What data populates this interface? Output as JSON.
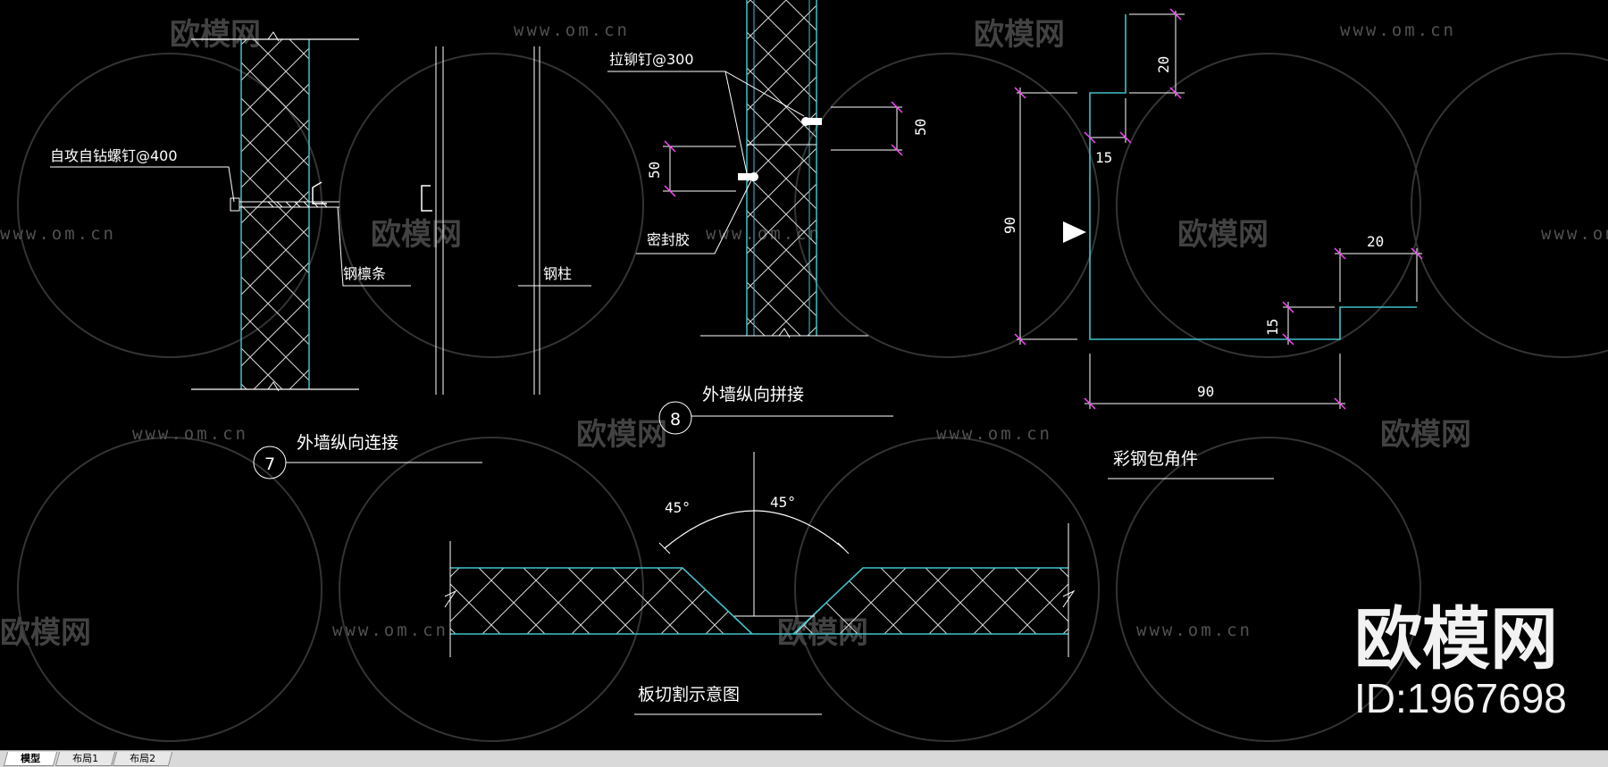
{
  "watermark": {
    "url": "www.om.cn",
    "brand": "欧模网"
  },
  "brand_overlay": {
    "brand": "欧模网",
    "id": "ID:1967698"
  },
  "detail7": {
    "number": "7",
    "title": "外墙纵向连接",
    "label_screw": "自攻自钻螺钉@400",
    "label_purlin": "钢檩条",
    "label_column": "钢柱"
  },
  "detail8": {
    "number": "8",
    "title": "外墙纵向拼接",
    "label_rivet": "拉铆钉@300",
    "label_sealant": "密封胶",
    "dim_upper": "50",
    "dim_lower": "50"
  },
  "corner": {
    "title": "彩钢包角件",
    "dim_top": "20",
    "dim_lip_top": "15",
    "dim_height": "90",
    "dim_bottom_lip_w": "20",
    "dim_bottom_lip_h": "15",
    "dim_width": "90"
  },
  "cut": {
    "title": "板切割示意图",
    "angle_left": "45°",
    "angle_right": "45°"
  },
  "tabs": [
    {
      "label": "模型",
      "active": true
    },
    {
      "label": "布局1",
      "active": false
    },
    {
      "label": "布局2",
      "active": false
    }
  ],
  "colors": {
    "background": "#000000",
    "panel_edge": "#3fc1c9",
    "line": "#ffffff",
    "dimension_tick": "#ff44ff",
    "watermark": "#555555"
  }
}
